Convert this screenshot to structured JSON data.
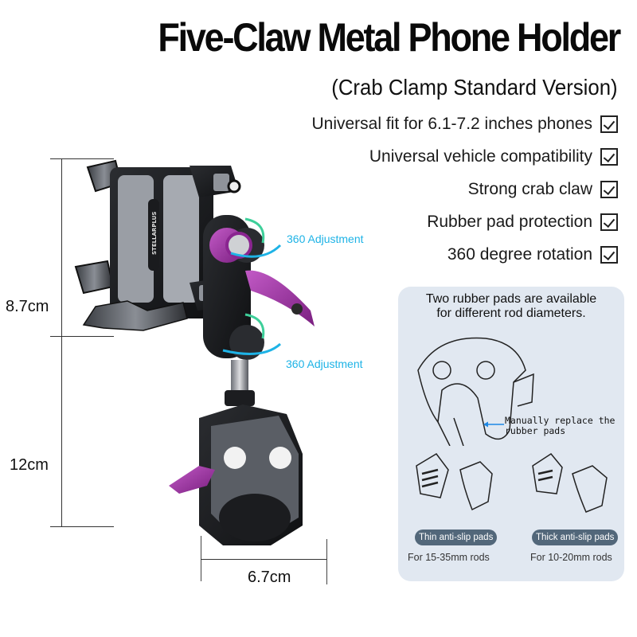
{
  "header": {
    "title": "Five-Claw Metal Phone Holder",
    "subtitle": "(Crab Clamp Standard Version)"
  },
  "features": [
    {
      "label": "Universal fit for 6.1-7.2 inches phones",
      "checked": true,
      "icon": "checkbox-checked-icon"
    },
    {
      "label": "Universal vehicle compatibility",
      "checked": true,
      "icon": "checkbox-checked-icon"
    },
    {
      "label": "Strong crab claw",
      "checked": true,
      "icon": "checkbox-checked-icon"
    },
    {
      "label": "Rubber pad protection",
      "checked": true,
      "icon": "checkbox-checked-icon"
    },
    {
      "label": "360 degree rotation",
      "checked": true,
      "icon": "checkbox-checked-icon"
    }
  ],
  "product": {
    "brand_mark": "STELLARPLUS",
    "adjustments": [
      {
        "label": "360 Adjustment",
        "position": "upper ball joint"
      },
      {
        "label": "360 Adjustment",
        "position": "lower ball joint"
      }
    ],
    "accent_color": "#9b2f9d",
    "arrow_color": "#1eb3e6"
  },
  "dimensions": {
    "holder_height": "8.7cm",
    "arm_height": "12cm",
    "clamp_width": "6.7cm"
  },
  "info_panel": {
    "title_line1": "Two rubber pads are available",
    "title_line2": "for different rod diameters.",
    "note": "Manually replace the\nrubber pads",
    "pads": [
      {
        "badge": "Thin anti-slip pads",
        "desc": "For 15-35mm rods"
      },
      {
        "badge": "Thick anti-slip pads",
        "desc": "For 10-20mm rods"
      }
    ],
    "background": "#e1e8f1",
    "badge_color": "#52677a"
  }
}
